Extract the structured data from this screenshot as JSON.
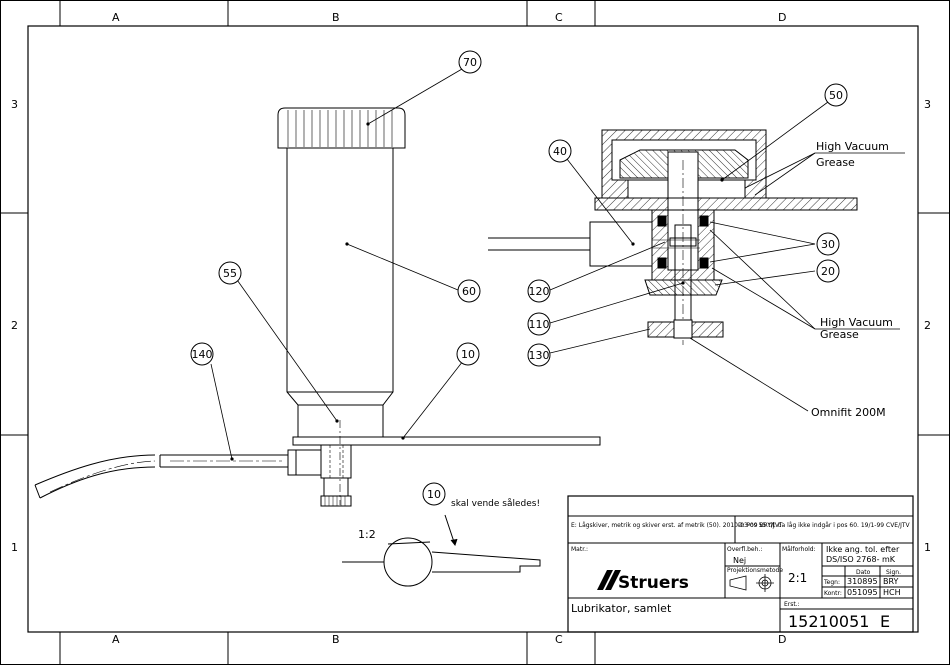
{
  "columns": [
    "A",
    "B",
    "C",
    "D"
  ],
  "rows": [
    "3",
    "2",
    "1"
  ],
  "balloons": [
    "70",
    "50",
    "40",
    "30",
    "20",
    "120",
    "110",
    "130",
    "55",
    "60",
    "140",
    "10",
    "10"
  ],
  "notes": {
    "hv_grease_line1": "High Vacuum",
    "hv_grease_line2": "Grease",
    "omnifit": "Omnifit 200M",
    "scale_detail": "1:2",
    "orientation_note": "skal vende således!"
  },
  "title_block": {
    "revision_e": "E: Lågskiver, metrik og skiver erst. af metrik (50). 2010-03-09 BRY/JVT",
    "revision_d": "D: Pos 55 tlf. da låg ikke indgår i pos 60. 19/1-99 CVE/JTV",
    "material_label": "Matr.:",
    "surface_label": "Overfl.beh.:",
    "surface_value": "Nej",
    "scale_label": "Målforhold:",
    "scale_value": "2:1",
    "projection_label": "Projektionsmetode",
    "tolerance_line1": "Ikke ang. tol. efter",
    "tolerance_line2": "DS/ISO 2768- mK",
    "date_header": "Dato",
    "sign_header": "Sign.",
    "drawn_label": "Tegn:",
    "drawn_date": "310895",
    "drawn_sign": "BRY",
    "checked_label": "Kontr:",
    "checked_date": "051095",
    "checked_sign": "HCH",
    "company": "Struers",
    "title": "Lubrikator, samlet",
    "replaces_label": "Erst.:",
    "drawing_number": "15210051",
    "revision": "E"
  }
}
